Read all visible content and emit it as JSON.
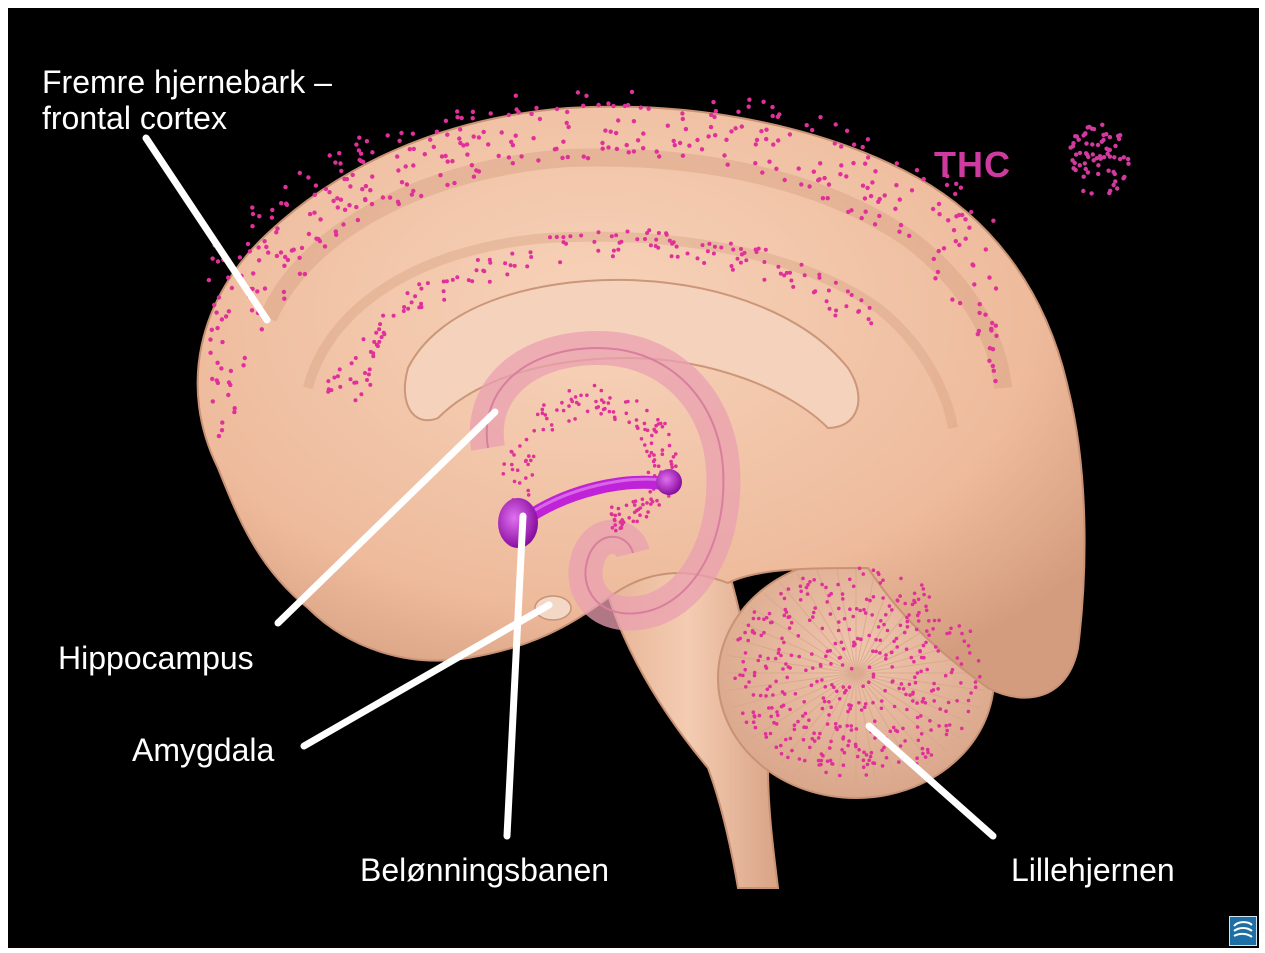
{
  "labels": {
    "frontal_line1": "Fremre hjernebark –",
    "frontal_line2": "frontal cortex",
    "hippocampus": "Hippocampus",
    "amygdala": "Amygdala",
    "reward": "Belønningsbanen",
    "cerebellum": "Lillehjernen",
    "thc": "THC"
  },
  "colors": {
    "background": "#000000",
    "brain": "#f2c4a6",
    "brain_shadow": "#d39d80",
    "dots": "#e0309a",
    "reward_path": "#c022d8",
    "label_text": "#ffffff",
    "pointer_lines": "#ffffff"
  },
  "icons": {
    "logo": "publisher-logo-icon"
  }
}
